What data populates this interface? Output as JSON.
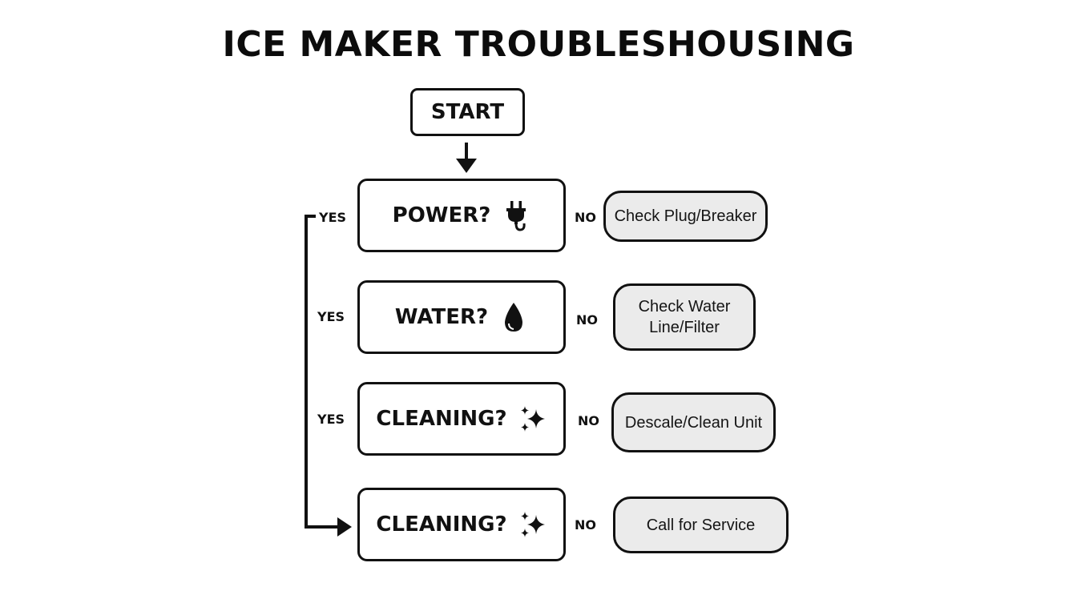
{
  "title": "ICE MAKER TROUBLESHOUSING",
  "start": {
    "label": "START"
  },
  "decisions": [
    {
      "label": "POWER?",
      "icon": "plug-icon",
      "yes_label": "YES",
      "no_label": "NO"
    },
    {
      "label": "WATER?",
      "icon": "water-drop-icon",
      "yes_label": "YES",
      "no_label": "NO"
    },
    {
      "label": "CLEANING?",
      "icon": "sparkles-icon",
      "yes_label": "YES",
      "no_label": "NO"
    },
    {
      "label": "CLEANING?",
      "icon": "sparkles-icon",
      "no_label": "NO"
    }
  ],
  "actions": [
    {
      "line1": "Check Plug/Breaker"
    },
    {
      "line1": "Check Water",
      "line2": "Line/Filter"
    },
    {
      "line1": "Descale/Clean Unit"
    },
    {
      "line1": "Call for Service"
    }
  ],
  "colors": {
    "stroke": "#111111",
    "action_fill": "#ebebeb",
    "background": "#ffffff"
  }
}
